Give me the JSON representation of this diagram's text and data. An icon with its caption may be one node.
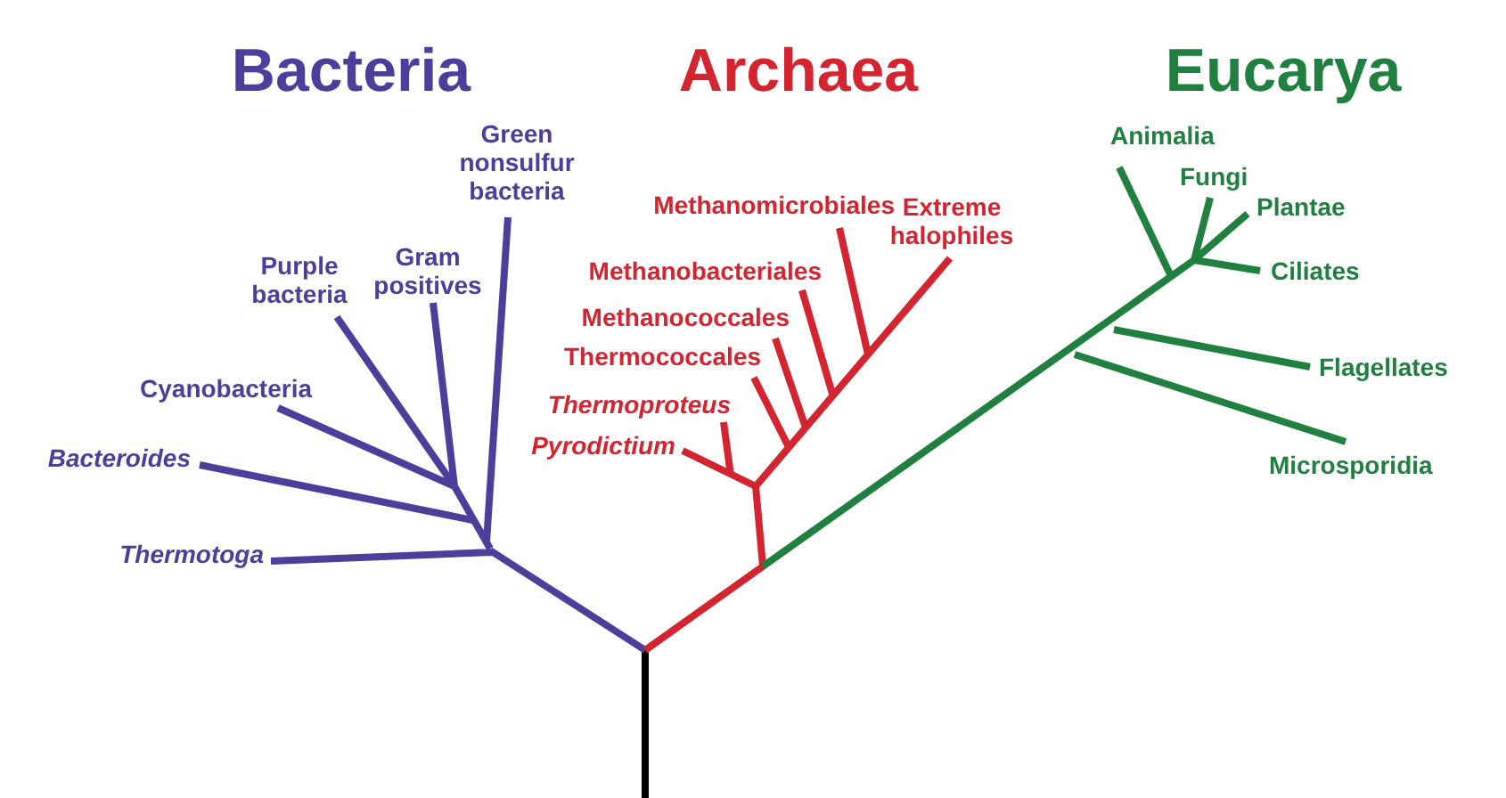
{
  "diagram": {
    "labels": [
      "Bacteria",
      "Archaea",
      "Eucarya",
      "Green nonsulfur bacteria",
      "Purple bacteria",
      "Gram positives",
      "Cyanobacteria",
      "Bacteroides",
      "Thermotoga",
      "Methanomicrobiales",
      "Extreme halophiles",
      "Methanobacteriales",
      "Methanococcales",
      "Thermococcales",
      "Thermoproteus",
      "Pyrodictium",
      "Animalia",
      "Fungi",
      "Plantae",
      "Ciliates",
      "Flagellates",
      "Microsporidia"
    ]
  }
}
